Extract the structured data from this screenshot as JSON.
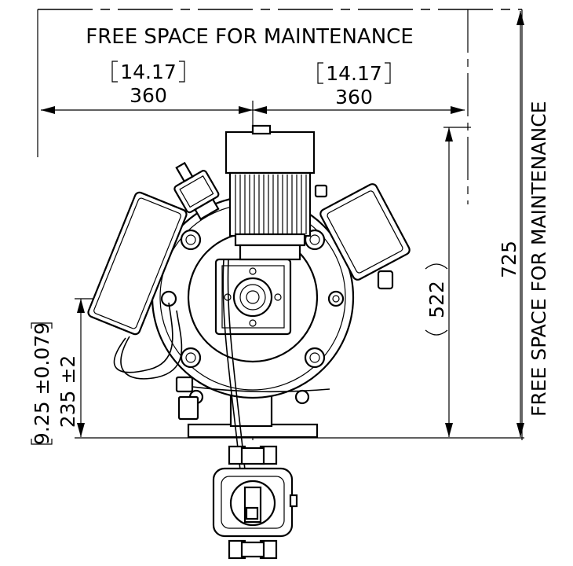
{
  "labels": {
    "top_free_space": "FREE SPACE FOR MAINTENANCE",
    "right_free_space": "FREE SPACE FOR MAINTENANCE"
  },
  "dimensions": {
    "width_left_inch": "14.17",
    "width_left_mm": "360",
    "width_right_inch": "14.17",
    "width_right_mm": "360",
    "total_height_mm": "725",
    "body_height_mm": "522",
    "axis_height_inch": "9.25 ±0.079",
    "axis_height_mm": "235 ±2"
  }
}
